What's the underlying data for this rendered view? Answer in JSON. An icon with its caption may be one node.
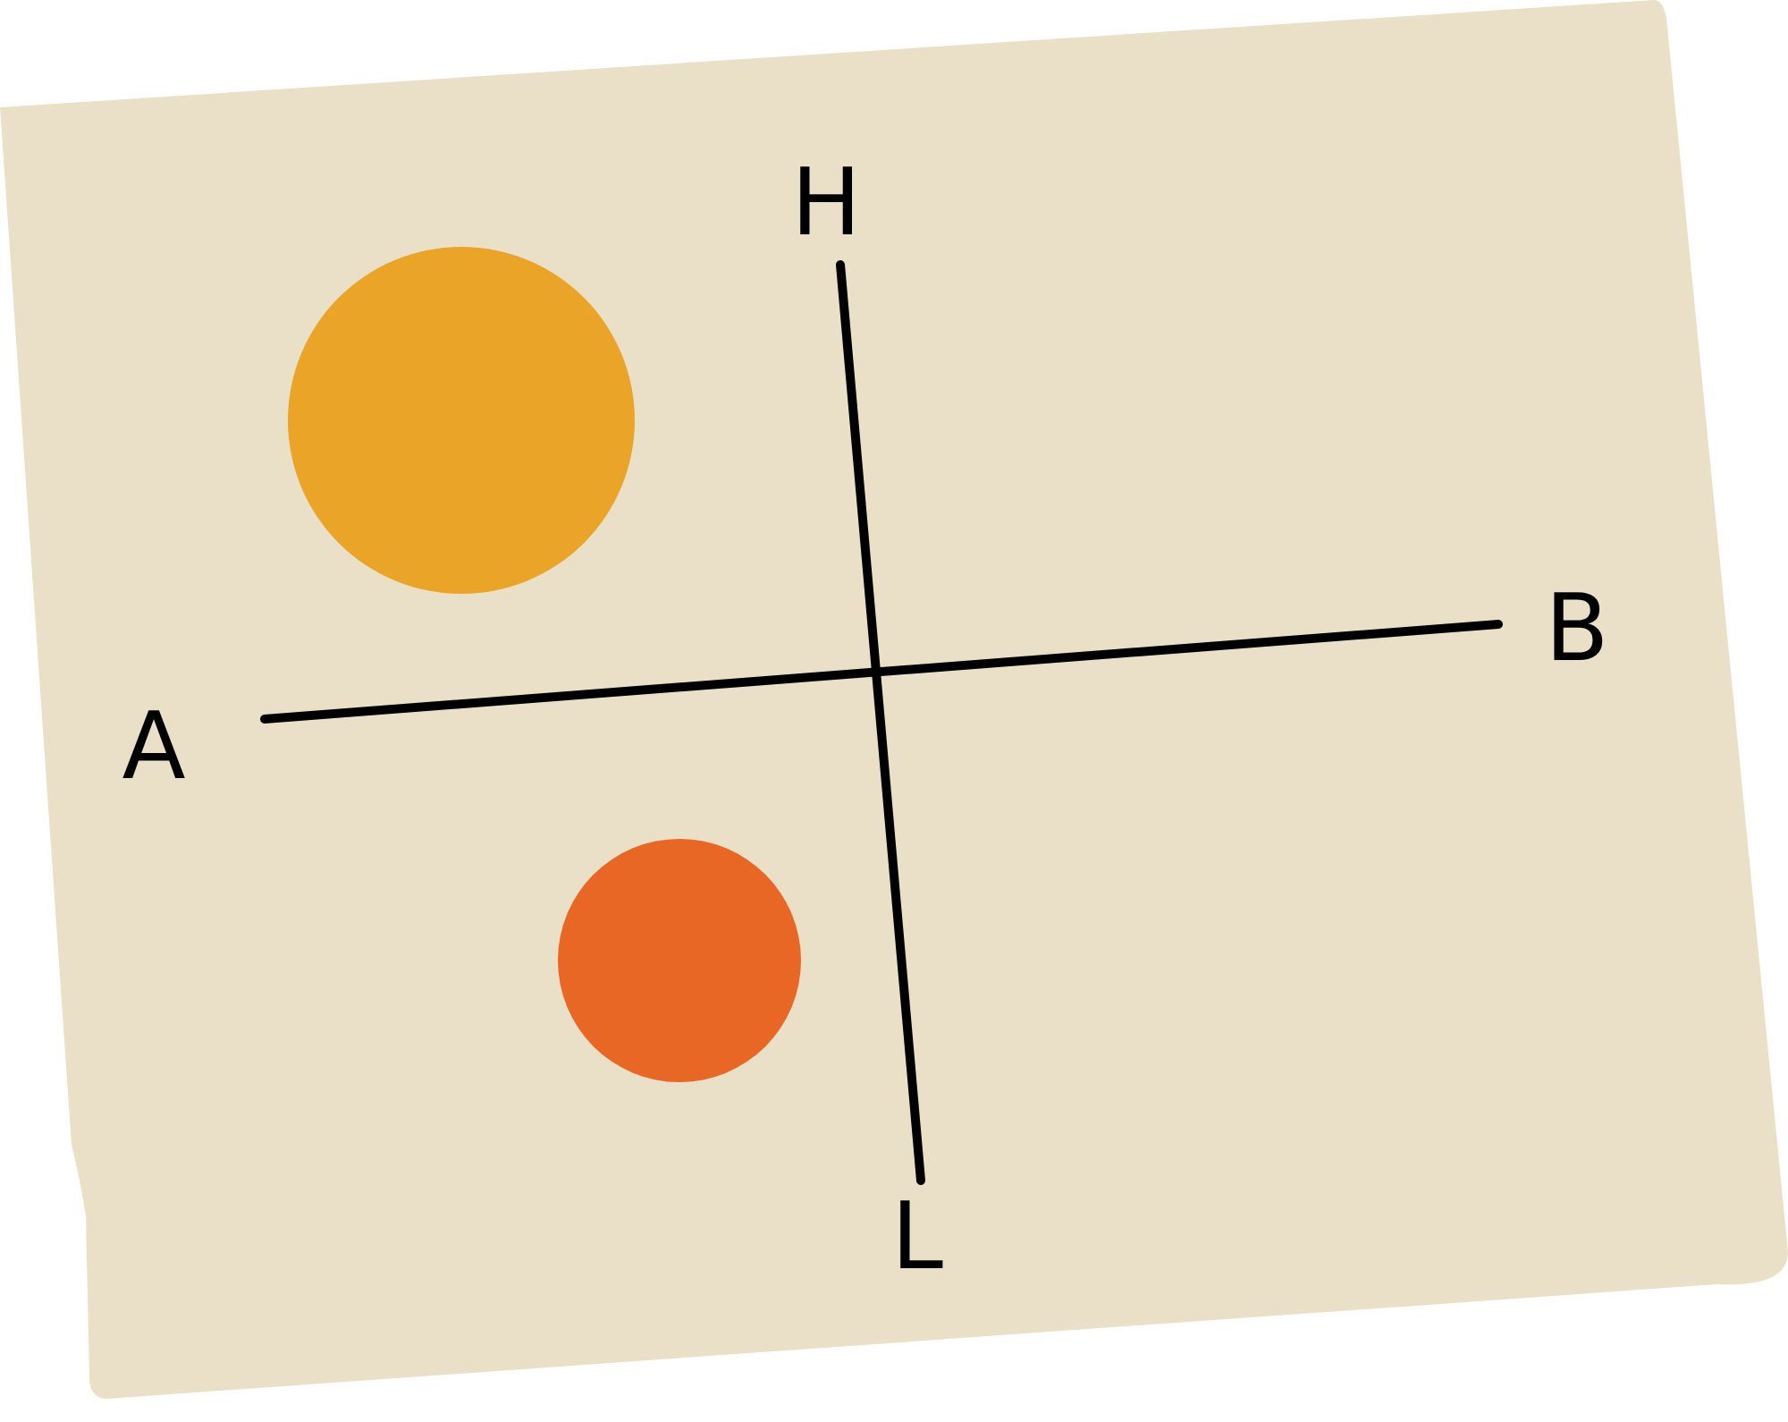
{
  "diagram": {
    "nodes": [
      {
        "text": [],
        "shape": "circle"
      },
      {
        "text": [],
        "shape": "circle"
      }
    ],
    "labels": [
      "H",
      "A",
      "B",
      "L"
    ]
  }
}
